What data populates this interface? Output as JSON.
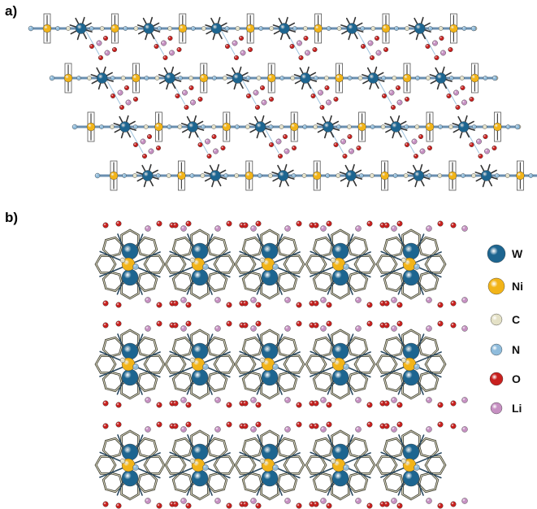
{
  "panels": {
    "a": {
      "label": "a)"
    },
    "b": {
      "label": "b)"
    }
  },
  "legend": [
    {
      "symbol": "W",
      "color": "#1d6590"
    },
    {
      "symbol": "Ni",
      "color": "#f2b418"
    },
    {
      "symbol": "C",
      "color": "#e4e1c6"
    },
    {
      "symbol": "N",
      "color": "#8fbcdc"
    },
    {
      "symbol": "O",
      "color": "#c8201e"
    },
    {
      "symbol": "Li",
      "color": "#c690c2"
    }
  ]
}
